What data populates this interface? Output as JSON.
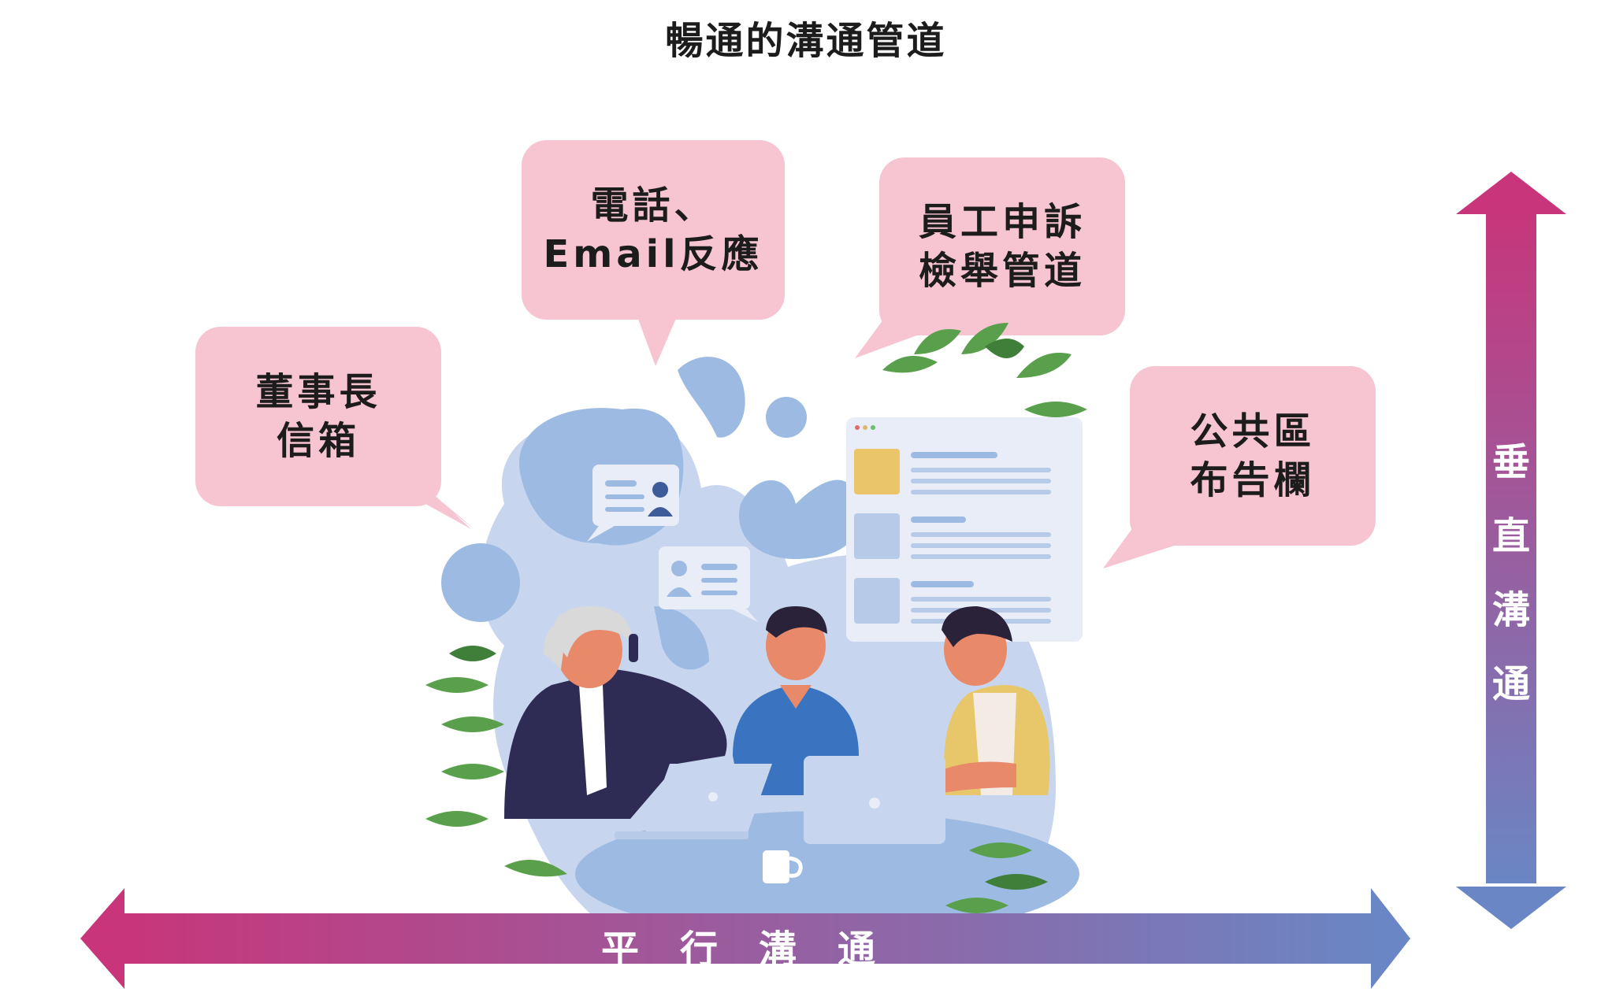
{
  "title": "暢通的溝通管道",
  "bubbles": {
    "chairman": "董事長\n信箱",
    "phone_email": "電話、\nEmail反應",
    "grievance": "員工申訴\n檢舉管道",
    "bulletin": "公共區\n布告欄"
  },
  "axes": {
    "horizontal": "平行溝通",
    "vertical": "垂\n直\n溝\n通"
  },
  "colors": {
    "bubble": "#f7c4d1",
    "arrow_start": "#c8357a",
    "arrow_end": "#6a86c4",
    "blob": "#b7cbe8"
  }
}
